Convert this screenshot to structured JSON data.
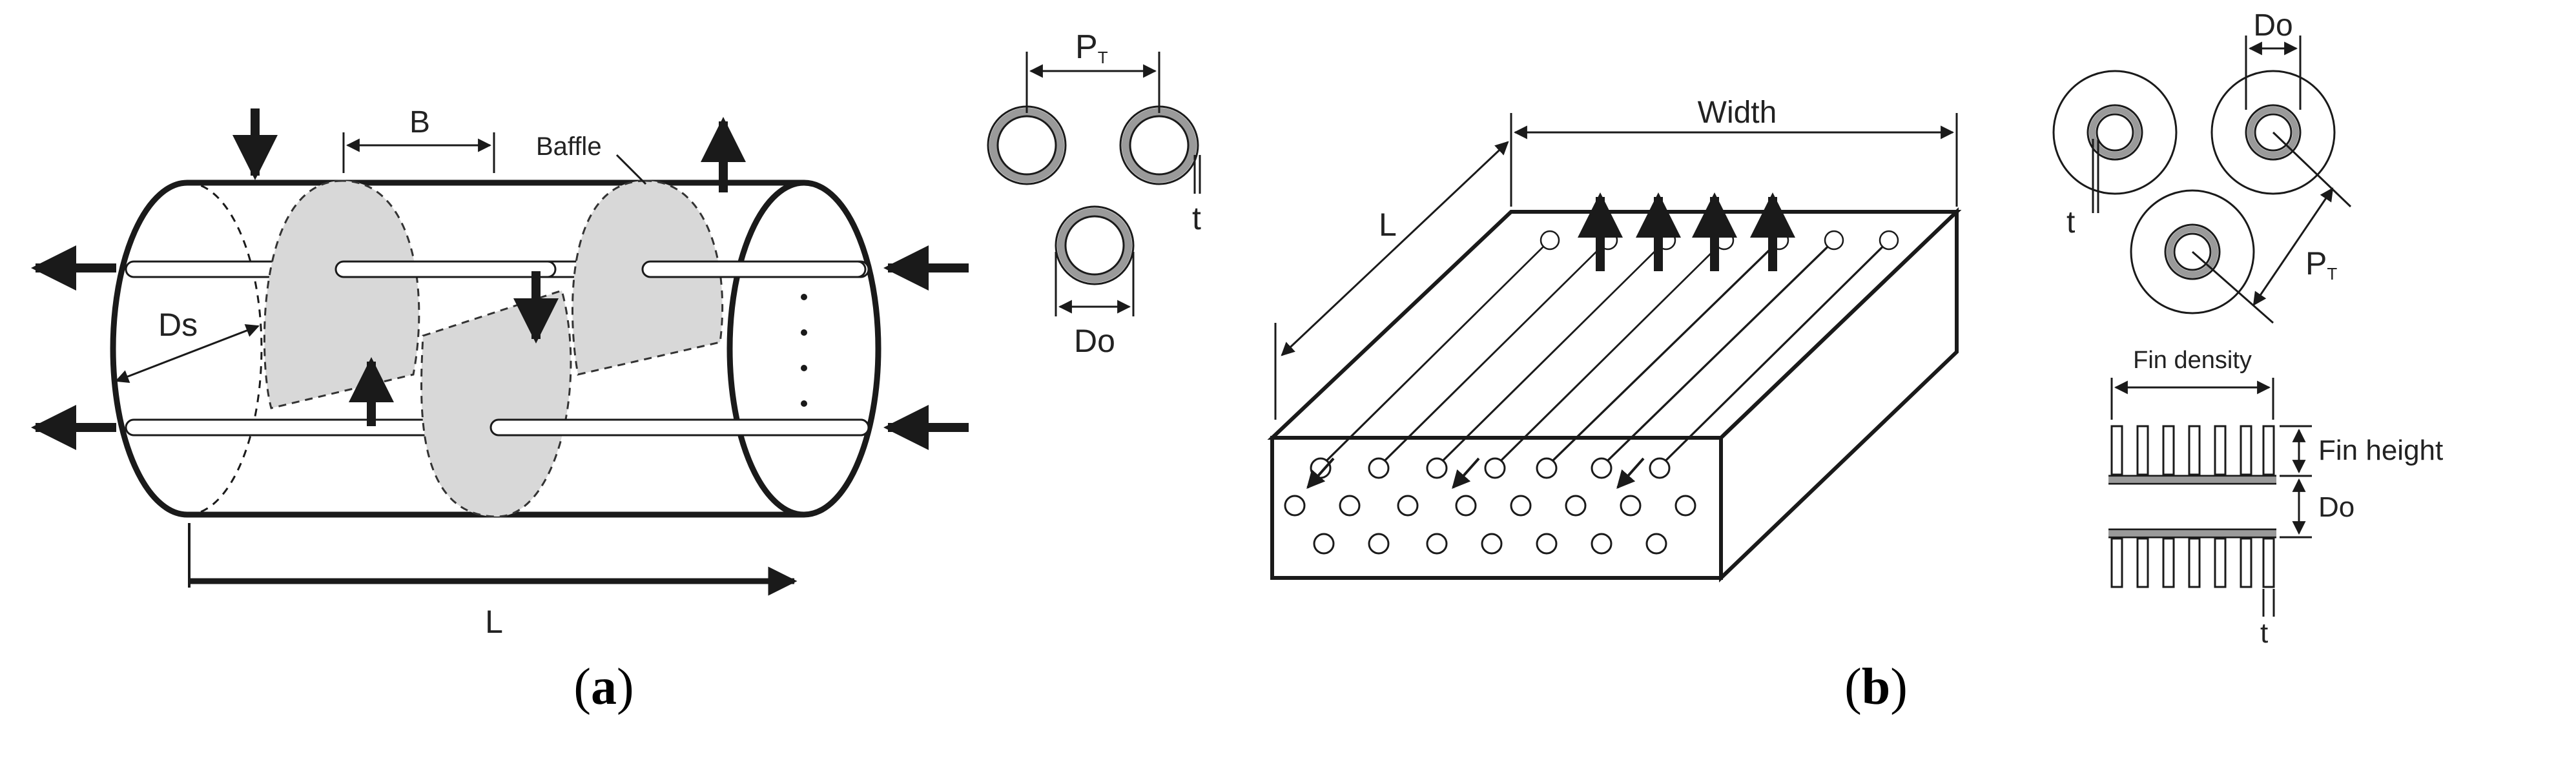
{
  "panel_a": {
    "panel_label_open": "(",
    "panel_label_letter": "a",
    "panel_label_close": ")",
    "labels": {
      "baffle_spacing": "B",
      "baffle": "Baffle",
      "shell_diameter": "Ds",
      "length": "L",
      "tube_pitch": "P",
      "tube_pitch_sub": "T",
      "thickness": "t",
      "outer_diameter": "Do"
    }
  },
  "panel_b": {
    "panel_label_open": "(",
    "panel_label_letter": "b",
    "panel_label_close": ")",
    "labels": {
      "width": "Width",
      "length": "L",
      "outer_diameter_top": "Do",
      "thickness_top": "t",
      "tube_pitch": "P",
      "tube_pitch_sub": "T",
      "fin_density": "Fin density",
      "fin_height": "Fin height",
      "outer_diameter_fin": "Do",
      "thickness_fin": "t"
    }
  },
  "colors": {
    "baffle_fill": "#d8d8d8",
    "tube_ring": "#9a9a9a",
    "stroke": "#1a1a1a"
  }
}
